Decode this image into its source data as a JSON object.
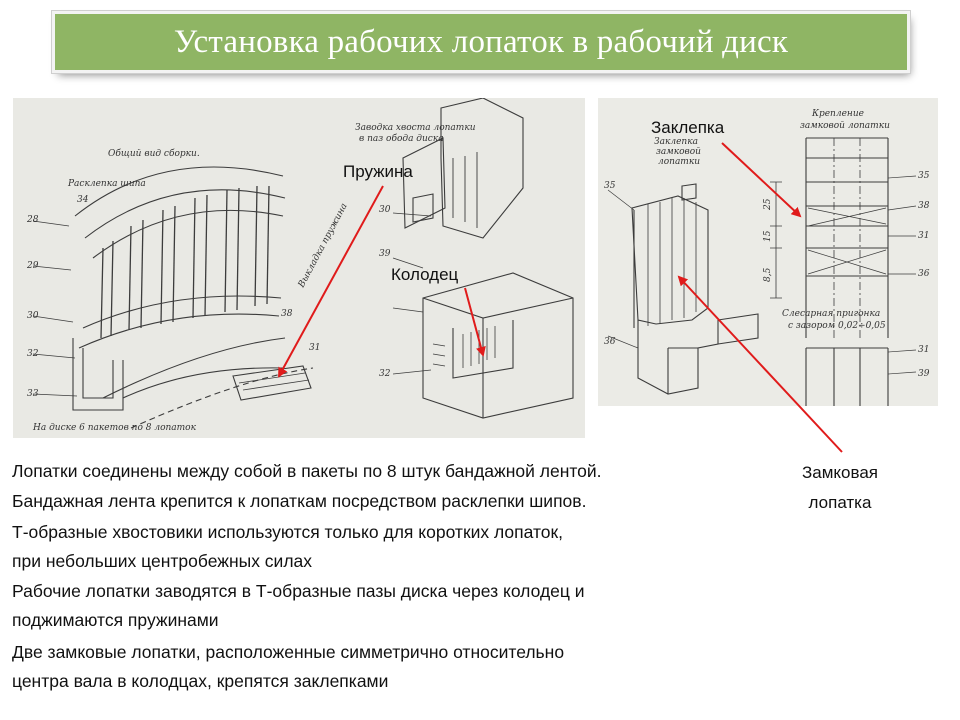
{
  "slide": {
    "title": "Установка рабочих лопаток в рабочий диск",
    "callouts": {
      "spring": "Пружина",
      "well": "Колодец",
      "rivet": "Заклепка"
    },
    "side_label": {
      "line1": "Замковая",
      "line2": "лопатка"
    },
    "text_lines": [
      "Лопатки соединены между собой в пакеты по 8 штук бандажной лентой.",
      "Бандажная лента крепится к лопаткам посредством расклепки шипов.",
      "Т-образные хвостовики используются только для коротких лопаток,",
      "при небольших центробежных силах",
      "Рабочие лопатки заводятся в Т-образные пазы диска через колодец и",
      "поджимаются пружинами",
      "Две замковые лопатки, расположенные симметрично относительно",
      "центра вала в колодцах, крепятся заклепками"
    ],
    "arrow_color": "#e01b1b",
    "accent_color": "#8fb564"
  },
  "drawing_left": {
    "captions": {
      "general_view": "Общий вид сборки.",
      "riveting": "Расклепка шипа",
      "tail_note_1": "Заводка хвоста лопатки",
      "tail_note_2": "в паз обода диска",
      "spring_note": "Выкладка пружина",
      "bottom_note": "На диске 6 пакетов по 8 лопаток"
    },
    "numbers": [
      "34",
      "28",
      "29",
      "30",
      "32",
      "33",
      "38",
      "31",
      "30",
      "39",
      "32"
    ]
  },
  "drawing_right": {
    "captions": {
      "header_1": "Крепление",
      "header_2": "замковой лопатки",
      "rivet_1": "Заклепка",
      "rivet_2": "замковой",
      "rivet_3": "лопатки",
      "fit_1": "Слесарная пригонка",
      "fit_2": "с зазором 0,02÷0,05"
    },
    "numbers": [
      "35",
      "36",
      "35",
      "38",
      "31",
      "36",
      "31",
      "39"
    ],
    "dims": [
      "25",
      "15",
      "8,5"
    ]
  }
}
